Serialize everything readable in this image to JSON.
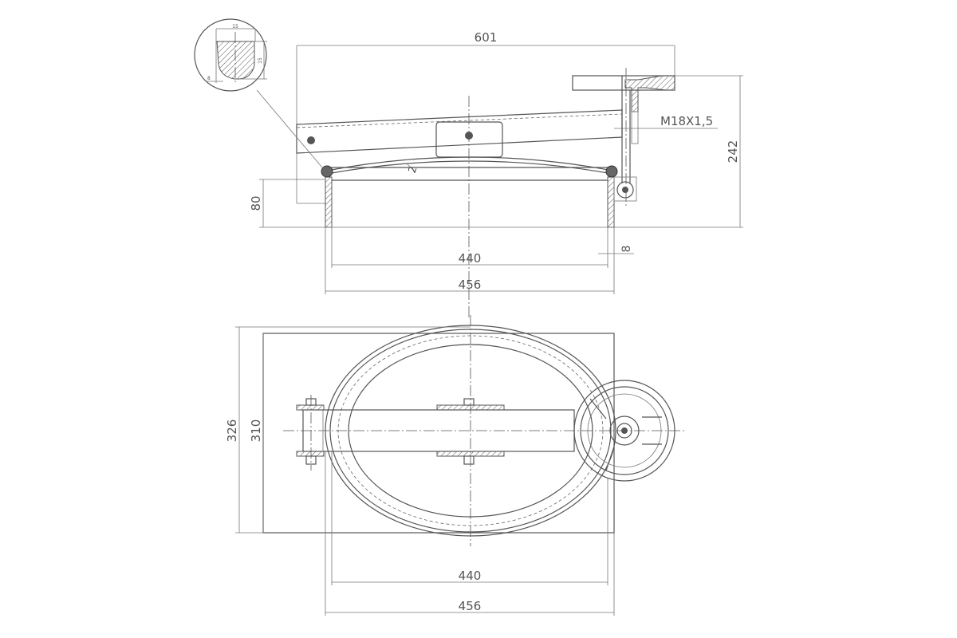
{
  "top_view": {
    "overall_width": "601",
    "overall_height": "242",
    "thread_callout": "M18X1,5",
    "lid_thickness": "2",
    "neck_height": "80",
    "inner_diameter": "440",
    "outer_diameter": "456",
    "wall_thickness": "8"
  },
  "detail": {
    "width": "15",
    "height": "15",
    "angle": "8"
  },
  "plan_view": {
    "outer_height": "326",
    "inner_height": "310",
    "inner_diameter": "440",
    "outer_diameter": "456"
  },
  "colors": {
    "line": "#555555",
    "background": "#ffffff"
  }
}
